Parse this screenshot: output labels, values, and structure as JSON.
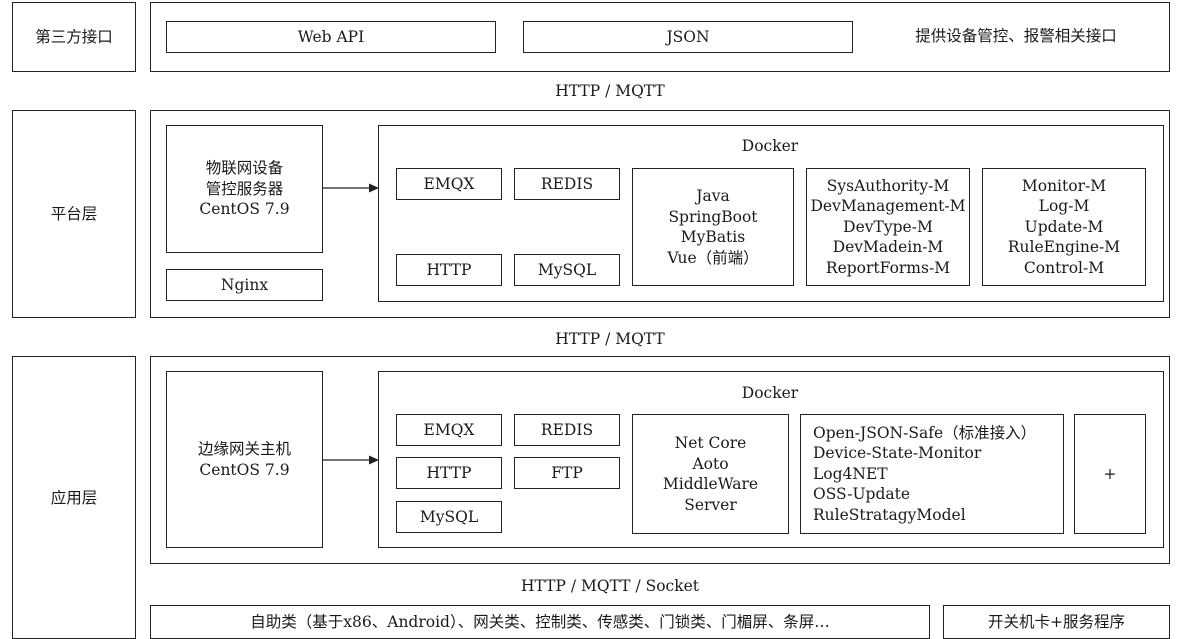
{
  "third_party": {
    "layer_label": "第三方接口",
    "web_api": "Web API",
    "json": "JSON",
    "description": "提供设备管控、报警相关接口"
  },
  "protocol_top": "HTTP / MQTT",
  "platform": {
    "layer_label": "平台层",
    "server": [
      "物联网设备",
      "管控服务器",
      "CentOS 7.9"
    ],
    "nginx": "Nginx",
    "docker_title": "Docker",
    "emqx": "EMQX",
    "redis": "REDIS",
    "http": "HTTP",
    "mysql": "MySQL",
    "stack": [
      "Java",
      "SpringBoot",
      "MyBatis",
      "Vue（前端）"
    ],
    "modules_a": [
      "SysAuthority-M",
      "DevManagement-M",
      "DevType-M",
      "DevMadein-M",
      "ReportForms-M"
    ],
    "modules_b": [
      "Monitor-M",
      "Log-M",
      "Update-M",
      "RuleEngine-M",
      "Control-M"
    ]
  },
  "protocol_middle": "HTTP / MQTT",
  "application": {
    "layer_label": "应用层",
    "host": [
      "边缘网关主机",
      "CentOS 7.9"
    ],
    "docker_title": "Docker",
    "emqx": "EMQX",
    "redis": "REDIS",
    "http": "HTTP",
    "ftp": "FTP",
    "mysql": "MySQL",
    "netcore": [
      "Net Core",
      "Aoto",
      "MiddleWare",
      "Server"
    ],
    "services": [
      "Open-JSON-Safe（标准接入）",
      "Device-State-Monitor",
      "Log4NET",
      "OSS-Update",
      "RuleStratagyModel"
    ],
    "plus": "+"
  },
  "protocol_bottom": "HTTP / MQTT / Socket",
  "devices": "自助类（基于x86、Android）、网关类、控制类、传感类、门锁类、门楣屏、条屏…",
  "switch_card": "开关机卡+服务程序"
}
